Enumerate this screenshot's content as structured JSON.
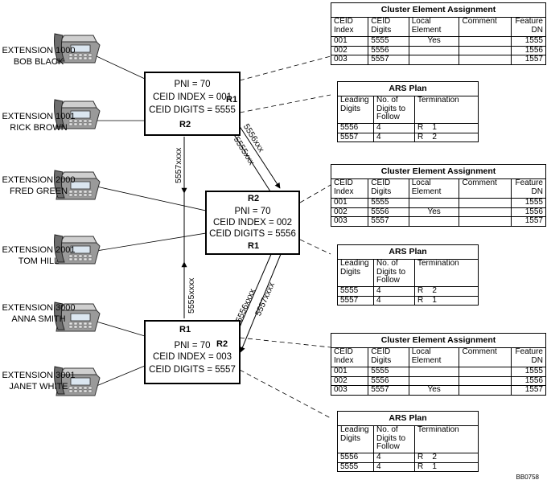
{
  "extensions": [
    {
      "line1": "EXTENSION 1000",
      "line2": "BOB BLACK"
    },
    {
      "line1": "EXTENSION 1001",
      "line2": "RICK BROWN"
    },
    {
      "line1": "EXTENSION 2000",
      "line2": "FRED GREEN"
    },
    {
      "line1": "EXTENSION 2001",
      "line2": "TOM HILL"
    },
    {
      "line1": "EXTENSION 3000",
      "line2": "ANNA SMITH"
    },
    {
      "line1": "EXTENSION 3001",
      "line2": "JANET WHITE"
    }
  ],
  "nodes": [
    {
      "pni": "PNI = 70",
      "index": "CEID INDEX = 001",
      "digits": "CEID DIGITS = 5555",
      "r1": "R1",
      "r2": "R2"
    },
    {
      "pni": "PNI = 70",
      "index": "CEID INDEX = 002",
      "digits": "CEID DIGITS = 5556",
      "r1": "R1",
      "r2": "R2"
    },
    {
      "pni": "PNI = 70",
      "index": "CEID INDEX = 003",
      "digits": "CEID DIGITS = 5557",
      "r1": "R1",
      "r2": "R2"
    }
  ],
  "links": {
    "n1_n2_a": "5556xxx",
    "n1_n2_b": "5555xxx",
    "n1_n3": "5557xxxx",
    "n3_n1": "5555xxxx",
    "n2_n3_a": "5556xxxx",
    "n2_n3_b": "5557xxxx"
  },
  "cluster_title": "Cluster Element Assignment",
  "cluster_headers": {
    "ceid_index": "CEID Index",
    "ceid_digits": "CEID Digits",
    "local_element": "Local Element",
    "comment": "Comment",
    "feature_dn": "Feature DN"
  },
  "cluster_tables": [
    {
      "rows": [
        [
          "001",
          "5555",
          "Yes",
          "",
          "1555"
        ],
        [
          "002",
          "5556",
          "",
          "",
          "1556"
        ],
        [
          "003",
          "5557",
          "",
          "",
          "1557"
        ]
      ]
    },
    {
      "rows": [
        [
          "001",
          "5555",
          "",
          "",
          "1555"
        ],
        [
          "002",
          "5556",
          "Yes",
          "",
          "1556"
        ],
        [
          "003",
          "5557",
          "",
          "",
          "1557"
        ]
      ]
    },
    {
      "rows": [
        [
          "001",
          "5555",
          "",
          "",
          "1555"
        ],
        [
          "002",
          "5556",
          "",
          "",
          "1556"
        ],
        [
          "003",
          "5557",
          "Yes",
          "",
          "1557"
        ]
      ]
    }
  ],
  "ars_title": "ARS Plan",
  "ars_headers": {
    "leading": "Leading Digits",
    "follow": "No. of Digits to Follow",
    "termination": "Termination"
  },
  "ars_tables": [
    {
      "rows": [
        [
          "5556",
          "4",
          "R",
          "1"
        ],
        [
          "5557",
          "4",
          "R",
          "2"
        ]
      ]
    },
    {
      "rows": [
        [
          "5555",
          "4",
          "R",
          "2"
        ],
        [
          "5557",
          "4",
          "R",
          "1"
        ]
      ]
    },
    {
      "rows": [
        [
          "5556",
          "4",
          "R",
          "2"
        ],
        [
          "5555",
          "4",
          "R",
          "1"
        ]
      ]
    }
  ],
  "figure_code": "BB0758"
}
